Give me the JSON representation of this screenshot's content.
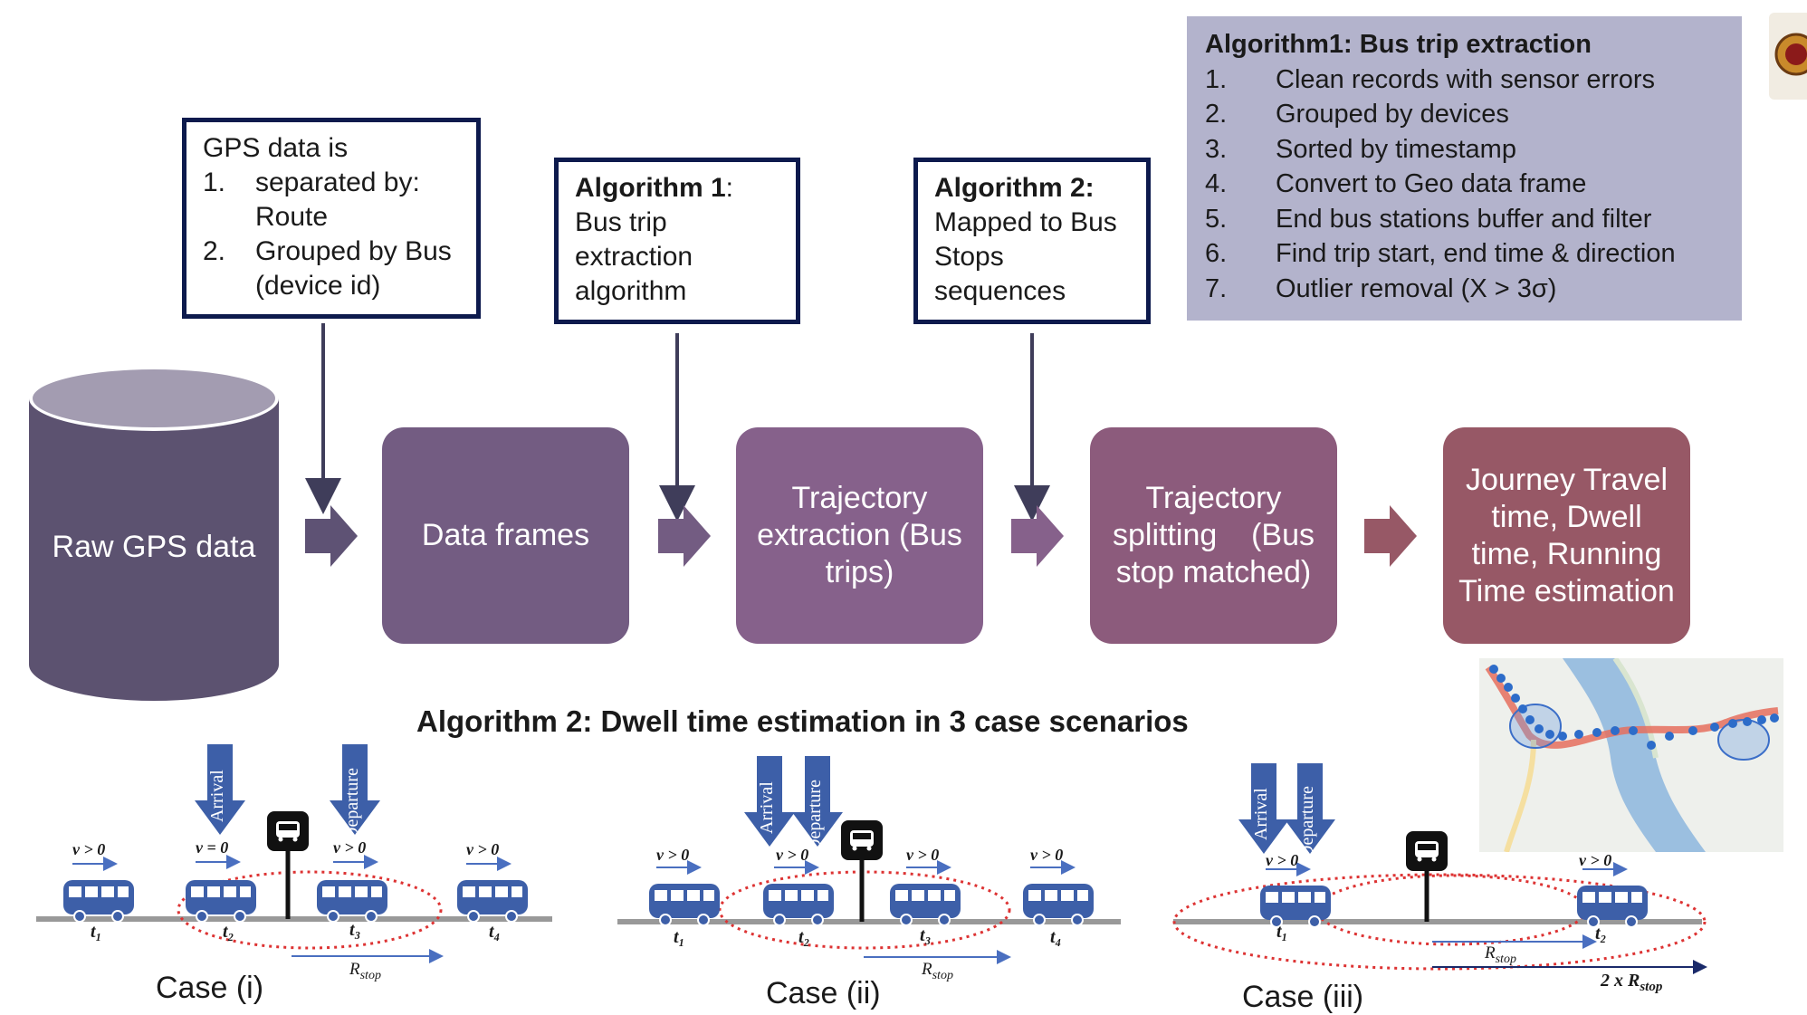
{
  "box_gps": {
    "intro": "GPS data is",
    "items": [
      {
        "num": "1.",
        "text": "separated by: Route"
      },
      {
        "num": "2.",
        "text": "Grouped by Bus (device id)"
      }
    ]
  },
  "box_alg1": {
    "bold": "Algorithm 1",
    "suffix": ":",
    "body": "Bus trip extraction algorithm"
  },
  "box_alg2": {
    "bold": "Algorithm 2:",
    "body": "Mapped to Bus Stops sequences"
  },
  "algo_panel": {
    "title": "Algorithm1: Bus trip extraction",
    "items": [
      {
        "num": "1.",
        "text": "Clean records with sensor errors"
      },
      {
        "num": "2.",
        "text": "Grouped by devices"
      },
      {
        "num": "3.",
        "text": "Sorted by timestamp"
      },
      {
        "num": "4.",
        "text": "Convert to Geo data frame"
      },
      {
        "num": "5.",
        "text": "End bus stations buffer and filter"
      },
      {
        "num": "6.",
        "text": "Find trip start, end time & direction"
      },
      {
        "num": "7.",
        "text": "Outlier removal (X > 3σ)"
      }
    ]
  },
  "pipeline": {
    "database": "Raw GPS data",
    "steps": [
      "Data frames",
      "Trajectory extraction (Bus trips)",
      "Trajectory splitting    (Bus stop matched)",
      "Journey Travel time, Dwell time, Running Time estimation"
    ],
    "colors": [
      "#5e5274",
      "#735c82",
      "#86618b",
      "#8c5b7c",
      "#975866"
    ]
  },
  "section_title": "Algorithm 2: Dwell time estimation in 3 case scenarios",
  "scenarios": {
    "arrival": "Arrival",
    "departure": "Departure",
    "v_pos": "v > 0",
    "v_zero": "v = 0",
    "t1": "t₁",
    "t2": "t₂",
    "t3": "t₃",
    "t4": "t₄",
    "r_stop": "R",
    "r_stop_sub": "stop",
    "two_r_stop": "2 x R",
    "case_i": "Case (i)",
    "case_ii": "Case (ii)",
    "case_iii": "Case (iii)"
  }
}
